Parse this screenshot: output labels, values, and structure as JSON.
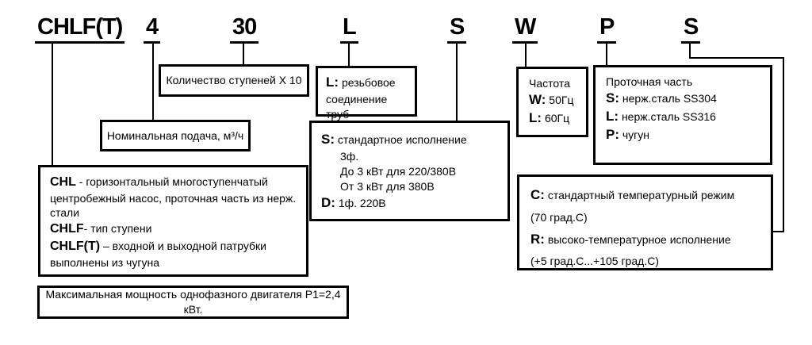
{
  "diagram": {
    "title_codes": [
      "CHLF(T)",
      "4",
      "30",
      "L",
      "S",
      "W",
      "P",
      "S"
    ],
    "boxes": {
      "stages": {
        "text": "Количество ступеней X 10"
      },
      "thread": {
        "code": "L:",
        "text": "резьбовое",
        "text2": "соединение труб"
      },
      "frequency": {
        "title": "Частота",
        "options": [
          {
            "code": "W:",
            "text": "50Гц"
          },
          {
            "code": "L:",
            "text": "60Гц"
          }
        ]
      },
      "flow": {
        "title": "Проточная часть",
        "options": [
          {
            "code": "S:",
            "text": "нерж.сталь SS304"
          },
          {
            "code": "L:",
            "text": "нерж.сталь SS316"
          },
          {
            "code": "P:",
            "text": "чугун"
          }
        ]
      },
      "feed": {
        "text": "Номинальная подача, м³/ч"
      },
      "standard": {
        "lines": [
          {
            "code": "S:",
            "text": "стандартное исполнение"
          },
          {
            "text": "3ф."
          },
          {
            "text": "До 3 кВт для 220/380В"
          },
          {
            "text": "От 3 кВт для 380В"
          },
          {
            "code": "D:",
            "text": "1ф. 220В"
          }
        ]
      },
      "pump_type": {
        "items": [
          {
            "code": "CHL",
            "text": " - горизонтальный многоступенчатый центробежный насос, проточная часть из нерж. стали"
          },
          {
            "code": "CHLF",
            "text": "- тип ступени"
          },
          {
            "code": "CHLF(T)",
            "text": " – входной и выходной патрубки выполнены из чугуна"
          }
        ]
      },
      "temperature": {
        "lines": [
          {
            "code": "C:",
            "text": "стандартный температурный режим"
          },
          {
            "text": "(70 град.С)"
          },
          {
            "code": "R:",
            "text": "высоко-температурное исполнение"
          },
          {
            "text": "(+5 град.С...+105 град.С)"
          }
        ]
      },
      "power": {
        "text": "Максимальная мощность однофазного двигателя P1=2,4 кВт."
      }
    },
    "colors": {
      "line": "#000000",
      "background": "#ffffff",
      "text": "#000000"
    }
  }
}
